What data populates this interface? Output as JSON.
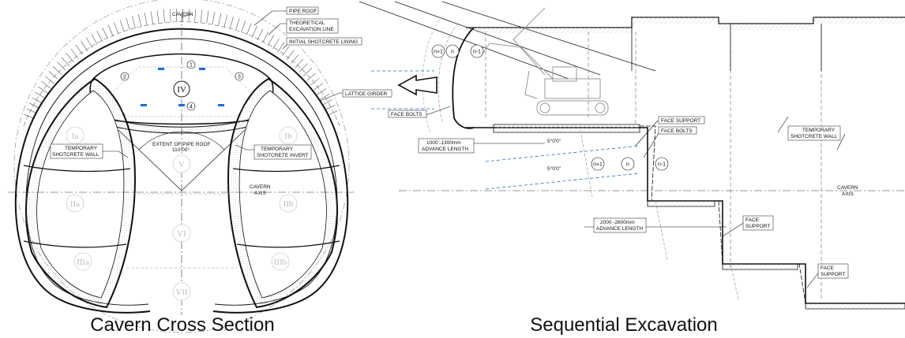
{
  "cross_section": {
    "caption": "Cavern Cross Section",
    "labels": {
      "cavern": "CAVERN",
      "pipe_roof": "PIPE ROOF",
      "theoretical_line1": "THEORETICAL",
      "theoretical_line2": "EXCAVATION LINE",
      "initial_shotcrete": "INITIAL SHOTCRETE LINING",
      "lattice_girder": "LATTICE GIRDER",
      "temp_wall_line1": "TEMPORARY",
      "temp_wall_line2": "SHOTCRETE WALL",
      "extent_line1": "EXTENT OF PIPE ROOF",
      "extent_line2": "110.00°",
      "temp_invert_line1": "TEMPORARY",
      "temp_invert_line2": "SHOTCRETE INVERT",
      "axis_line1": "CAVERN",
      "axis_line2": "AXIS"
    },
    "zones": {
      "iv": "IV",
      "ia": "Ia",
      "ib": "Ib",
      "v": "V",
      "iia": "IIa",
      "iib": "IIb",
      "vi": "VI",
      "iiia": "IIIa",
      "iiib": "IIIb",
      "vii": "VII"
    },
    "sequence_numbers": [
      "1",
      "2",
      "3",
      "4"
    ]
  },
  "sequential": {
    "caption": "Sequential Excavation",
    "labels": {
      "face_bolts_left": "FACE BOLTS",
      "advance1_value": "1000 -1300mm",
      "advance1_label": "ADVANCE LENGTH",
      "angle1": "5°0'0\"",
      "angle2": "5°0'0\"",
      "face_support_top": "FACE SUPPORT",
      "face_bolts_right": "FACE BOLTS",
      "temp_wall_line1": "TEMPORARY",
      "temp_wall_line2": "SHOTCRETE WALL",
      "axis_line1": "CAVERN",
      "axis_line2": "AXIS",
      "advance2_value": "2000 -2600mm",
      "advance2_label": "ADVANCE LENGTH",
      "face_support_mid_line1": "FACE",
      "face_support_mid_line2": "SUPPORT",
      "face_support_low_line1": "FACE",
      "face_support_low_line2": "SUPPORT"
    },
    "circles": [
      "n+1",
      "n",
      "n-1",
      "n+1",
      "n",
      "n-1"
    ]
  },
  "colors": {
    "line": "#111111",
    "hatch": "#d8d8d8",
    "bolt_blue": "#1e6fd0",
    "zone_text": "#bdbdbd"
  }
}
